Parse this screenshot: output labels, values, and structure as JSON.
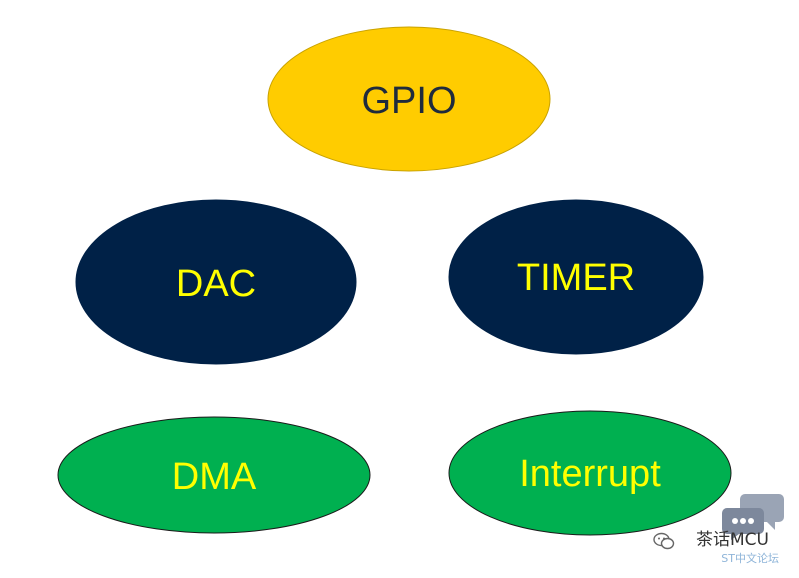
{
  "nodes": [
    {
      "id": "gpio",
      "label": "GPIO",
      "fill": "#ffcc00",
      "text_color": "#1f2b3d",
      "stroke": "#c9a200"
    },
    {
      "id": "dac",
      "label": "DAC",
      "fill": "#002147",
      "text_color": "#ffff00",
      "stroke": "#002147"
    },
    {
      "id": "timer",
      "label": "TIMER",
      "fill": "#002147",
      "text_color": "#ffff00",
      "stroke": "#002147"
    },
    {
      "id": "dma",
      "label": "DMA",
      "fill": "#00b050",
      "text_color": "#ffff00",
      "stroke": "#1a1a1a"
    },
    {
      "id": "interrupt",
      "label": "Interrupt",
      "fill": "#00b050",
      "text_color": "#ffff00",
      "stroke": "#1a1a1a"
    }
  ],
  "watermark": {
    "name": "茶话MCU",
    "sub": "ST中文论坛",
    "icon": "wechat-icon",
    "bubble_icon": "chat-bubbles-icon",
    "bubble_color": "#8a95a8"
  }
}
